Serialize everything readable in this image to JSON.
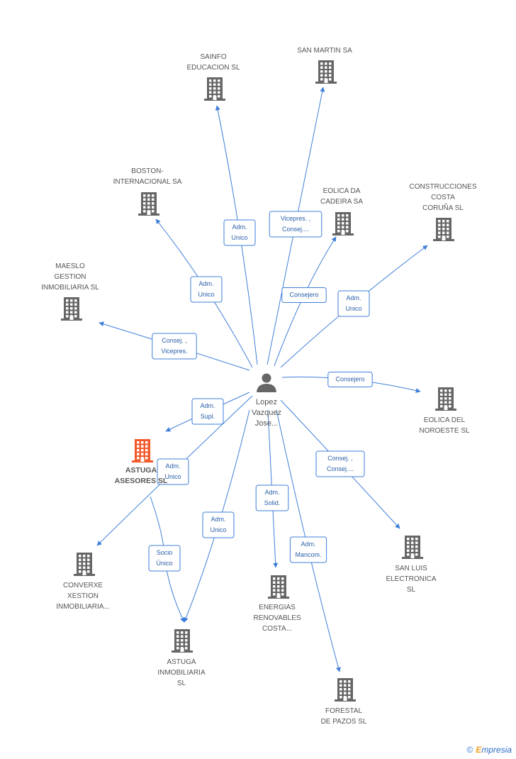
{
  "colors": {
    "edge": "#3f7fd8",
    "building": "#666666",
    "focus_building": "#f25a2b",
    "text": "#555555"
  },
  "person": {
    "lines": [
      "Lopez",
      "Vazquez",
      "Jose..."
    ],
    "icon": "person-icon"
  },
  "companies": [
    {
      "id": "sainfo",
      "lines": [
        "SAINFO",
        "EDUCACION SL"
      ],
      "icon": "building-icon"
    },
    {
      "id": "sanmartin",
      "lines": [
        "SAN MARTIN SA"
      ],
      "icon": "building-icon"
    },
    {
      "id": "boston",
      "lines": [
        "BOSTON-",
        "INTERNACIONAL SA"
      ],
      "icon": "building-icon"
    },
    {
      "id": "eolicadacadeira",
      "lines": [
        "EOLICA DA",
        "CADEIRA SA"
      ],
      "icon": "building-icon"
    },
    {
      "id": "construcciones",
      "lines": [
        "CONSTRUCCIONES",
        "COSTA",
        "CORUÑA SL"
      ],
      "icon": "building-icon"
    },
    {
      "id": "maeslo",
      "lines": [
        "MAESLO",
        "GESTION",
        "INMOBILIARIA SL"
      ],
      "icon": "building-icon"
    },
    {
      "id": "eolicanoroeste",
      "lines": [
        "EOLICA DEL",
        "NOROESTE SL"
      ],
      "icon": "building-icon"
    },
    {
      "id": "astugaasesores",
      "lines": [
        "ASTUGA",
        "ASESORES SL"
      ],
      "icon": "building-icon",
      "focus": true
    },
    {
      "id": "sanluis",
      "lines": [
        "SAN LUIS",
        "ELECTRONICA",
        "SL"
      ],
      "icon": "building-icon"
    },
    {
      "id": "converxe",
      "lines": [
        "CONVERXE",
        "XESTION",
        "INMOBILIARIA..."
      ],
      "icon": "building-icon"
    },
    {
      "id": "energias",
      "lines": [
        "ENERGIAS",
        "RENOVABLES",
        "COSTA..."
      ],
      "icon": "building-icon"
    },
    {
      "id": "astugainmob",
      "lines": [
        "ASTUGA",
        "INMOBILIARIA",
        "SL"
      ],
      "icon": "building-icon"
    },
    {
      "id": "forestal",
      "lines": [
        "FORESTAL",
        "DE PAZOS SL"
      ],
      "icon": "building-icon"
    }
  ],
  "edges": [
    {
      "from": "person",
      "to": "sainfo",
      "lines": [
        "Adm.",
        "Unico"
      ]
    },
    {
      "from": "person",
      "to": "sanmartin",
      "lines": [
        "Vicepres. ,",
        "Consej...."
      ]
    },
    {
      "from": "person",
      "to": "boston",
      "lines": [
        "Adm.",
        "Unico"
      ]
    },
    {
      "from": "person",
      "to": "eolicadacadeira",
      "lines": [
        "Consejero"
      ]
    },
    {
      "from": "person",
      "to": "construcciones",
      "lines": [
        "Adm.",
        "Unico"
      ]
    },
    {
      "from": "person",
      "to": "maeslo",
      "lines": [
        "Consej. ,",
        "Vicepres."
      ]
    },
    {
      "from": "person",
      "to": "eolicanoroeste",
      "lines": [
        "Consejero"
      ]
    },
    {
      "from": "person",
      "to": "astugaasesores",
      "lines": [
        "Adm.",
        "Supl."
      ]
    },
    {
      "from": "person",
      "to": "converxe",
      "lines": [
        "Adm.",
        "Unico"
      ]
    },
    {
      "from": "person",
      "to": "sanluis",
      "lines": [
        "Consej. ,",
        "Consej...."
      ]
    },
    {
      "from": "person",
      "to": "energias",
      "lines": [
        "Adm.",
        "Solid."
      ]
    },
    {
      "from": "person",
      "to": "astugainmob",
      "lines": [
        "Adm.",
        "Unico"
      ]
    },
    {
      "from": "person",
      "to": "forestal",
      "lines": [
        "Adm.",
        "Mancom."
      ]
    },
    {
      "from": "astugaasesores",
      "to": "astugainmob",
      "lines": [
        "Socio",
        "Único"
      ]
    }
  ],
  "footer": {
    "copyright": "©",
    "brand_first": "E",
    "brand_rest": "mpresia"
  }
}
